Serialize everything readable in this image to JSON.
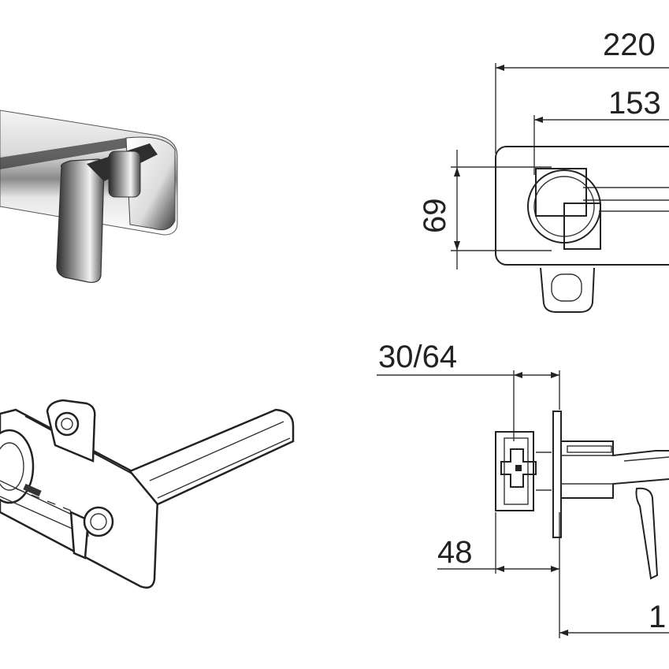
{
  "drawing": {
    "dimensions": {
      "overall_length": "220",
      "spout_length": "153",
      "plate_height": "69",
      "body_depth": "30/64",
      "plate_offset": "48",
      "spout_projection": "1"
    }
  },
  "colors": {
    "ink": "#222222",
    "chrome_dark": "#3a3a3a",
    "chrome_light": "#e8e8e8",
    "background": "#ffffff"
  }
}
